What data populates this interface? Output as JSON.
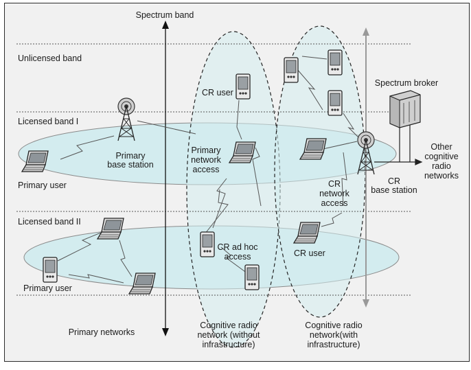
{
  "axis_title": "Spectrum band",
  "bands": {
    "unlicensed": "Unlicensed band",
    "licensed_1": "Licensed band I",
    "licensed_2": "Licensed band II"
  },
  "labels": {
    "primary_base_station": [
      "Primary",
      "base station"
    ],
    "primary_user_top": "Primary user",
    "primary_user_bottom": "Primary user",
    "cr_user_top": "CR user",
    "primary_network_access": [
      "Primary",
      "network",
      "access"
    ],
    "cr_ad_hoc_access": [
      "CR ad hoc",
      "access"
    ],
    "cr_network_access": [
      "CR",
      "network",
      "access"
    ],
    "cr_base_station": [
      "CR",
      "base station"
    ],
    "cr_user_right": "CR user",
    "spectrum_broker": "Spectrum broker",
    "other_networks": [
      "Other",
      "cognitive",
      "radio",
      "networks"
    ],
    "primary_networks": "Primary networks",
    "crn_without": [
      "Cognitive radio",
      "network (without",
      "infrastructure)"
    ],
    "crn_with": [
      "Cognitive radio",
      "network(with",
      "infrastructure)"
    ]
  },
  "icons": [
    "antenna-tower-icon",
    "laptop-icon",
    "pda-icon",
    "server-rack-icon"
  ],
  "colors": {
    "ellipse_fill": "#d3ecef",
    "ellipse_stroke": "#8a8a8a",
    "line": "#333333",
    "background": "#f1f1f1"
  }
}
